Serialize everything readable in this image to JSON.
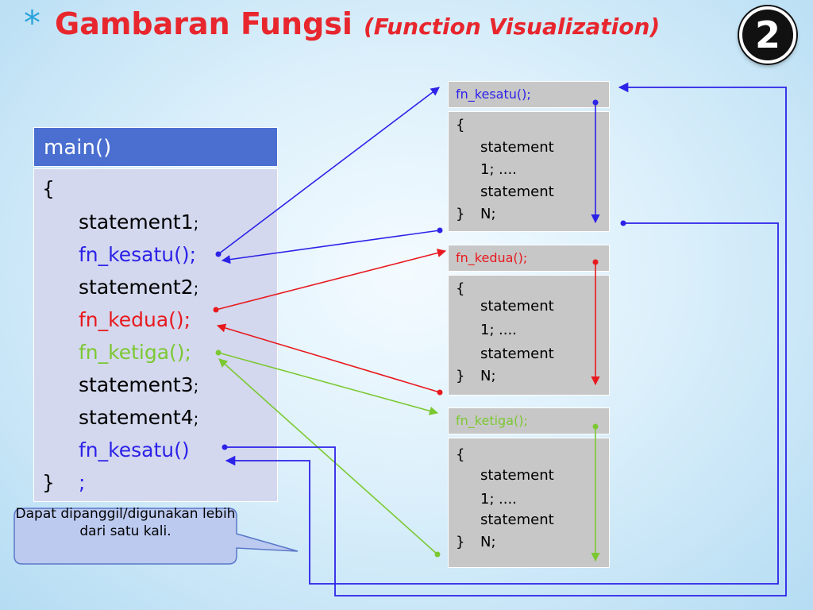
{
  "title": {
    "bullet": "*",
    "main": "Gambaran Fungsi",
    "subtitle": "(Function Visualization)",
    "number": "2"
  },
  "main_box": {
    "header": "main()",
    "open_brace": "{",
    "close_brace": "}",
    "lines": [
      {
        "text": "statement1",
        "suffix": ";",
        "color": "#000000"
      },
      {
        "text": "fn_kesatu();",
        "suffix": "",
        "color": "#2d22e8"
      },
      {
        "text": "statement2",
        "suffix": ";",
        "color": "#000000"
      },
      {
        "text": "fn_kedua();",
        "suffix": "",
        "color": "#e8191e"
      },
      {
        "text": "fn_ketiga();",
        "suffix": "",
        "color": "#7cc832"
      },
      {
        "text": "statement3",
        "suffix": ";",
        "color": "#000000"
      },
      {
        "text": "statement4",
        "suffix": ";",
        "color": "#000000"
      },
      {
        "text": "fn_kesatu()",
        "suffix": "",
        "color": "#2d22e8"
      },
      {
        "text": ";",
        "suffix": "",
        "color": "#2d22e8"
      }
    ]
  },
  "functions": [
    {
      "name": "fn_kesatu();",
      "color": "#2d22e8",
      "body": {
        "open": "{",
        "stmt_a": "statement",
        "stmt_a_num": "1;",
        "dots": "....",
        "stmt_b": "statement",
        "close": "}",
        "stmt_b_num": "N;"
      }
    },
    {
      "name": "fn_kedua();",
      "color": "#e8191e",
      "body": {
        "open": "{",
        "stmt_a": "statement",
        "stmt_a_num": "1;",
        "dots": "....",
        "stmt_b": "statement",
        "close": "}",
        "stmt_b_num": "N;"
      }
    },
    {
      "name": "fn_ketiga();",
      "color": "#7cc832",
      "body": {
        "open": "{",
        "stmt_a": "statement",
        "stmt_a_num": "1;",
        "dots": "....",
        "stmt_b": "statement",
        "close": "}",
        "stmt_b_num": "N;"
      }
    }
  ],
  "callout": {
    "text": "Dapat dipanggil/digunakan lebih dari satu kali."
  },
  "colors": {
    "title": "#e8262d",
    "bullet": "#2aa3dc",
    "main_header": "#4a6fd0",
    "main_body": "#d3d8ee",
    "fn_box": "#c7c7c7",
    "callout_fill": "#bccaf0",
    "callout_border": "#5a78c8"
  }
}
